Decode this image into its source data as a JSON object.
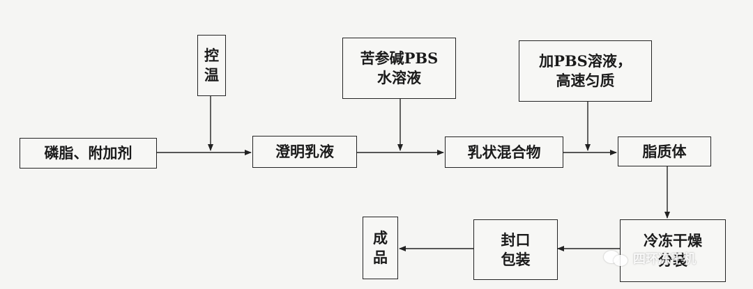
{
  "nodes": {
    "raw": "磷脂、附加剂",
    "temp": "控\n温",
    "clear": "澄明乳液",
    "sophora": "苦参碱PBS\n水溶液",
    "mix": "乳状混合物",
    "pbs_add": "加PBS溶液，\n高速匀质",
    "lipo": "脂质体",
    "freeze": "冷冻干燥\n分装",
    "seal": "封口\n包装",
    "product": "成\n品"
  },
  "watermark": {
    "icon": "wechat-icon",
    "text": "四环冻干机"
  }
}
